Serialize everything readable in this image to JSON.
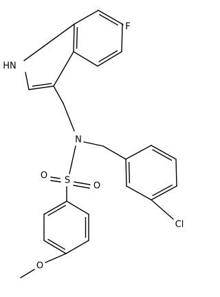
{
  "atoms": {
    "F": "F",
    "NH": "HN",
    "N": "N",
    "S": "S",
    "O1": "O",
    "O2": "O",
    "O_methoxy": "O",
    "Cl": "Cl"
  }
}
